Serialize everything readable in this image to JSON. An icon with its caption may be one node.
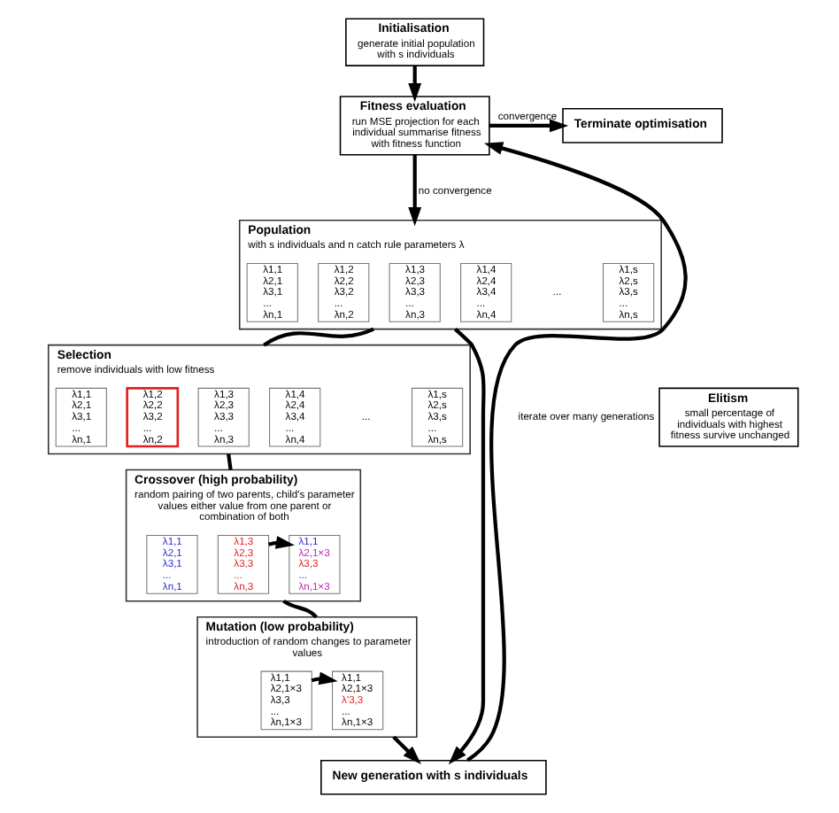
{
  "diagram": {
    "nodes": [
      {
        "text": [
          "Initialisation",
          "generate initial population with s individuals"
        ]
      },
      {
        "text": [
          "Fitness evaluation",
          "run MSE projection for each individual summarise fitness with fitness function"
        ]
      },
      {
        "text": [
          "Terminate optimisation"
        ]
      },
      {
        "text": [
          "Population",
          "with s individuals and n catch rule parameters λ"
        ]
      },
      {
        "text": [
          "λ1,1",
          "λ2,1",
          "λ3,1",
          "...",
          "λn,1"
        ],
        "in": 3
      },
      {
        "text": [
          "λ1,2",
          "λ2,2",
          "λ3,2",
          "...",
          "λn,2"
        ],
        "in": 3
      },
      {
        "text": [
          "λ1,3",
          "λ2,3",
          "λ3,3",
          "...",
          "λn,3"
        ],
        "in": 3
      },
      {
        "text": [
          "λ1,4",
          "λ2,4",
          "λ3,4",
          "...",
          "λn,4"
        ],
        "in": 3
      },
      {
        "text": [
          "λ1,s",
          "λ2,s",
          "λ3,s",
          "...",
          "λn,s"
        ],
        "in": 3
      },
      {
        "text": [
          "Selection",
          "remove individuals with low fitness"
        ]
      },
      {
        "text": [
          "λ1,1",
          "λ2,1",
          "λ3,1",
          "...",
          "λn,1"
        ],
        "in": 9
      },
      {
        "text": [
          "λ1,2",
          "λ2,2",
          "λ3,2",
          "...",
          "λn,2"
        ],
        "in": 9
      },
      {
        "text": [
          "λ1,3",
          "λ2,3",
          "λ3,3",
          "...",
          "λn,3"
        ],
        "in": 9
      },
      {
        "text": [
          "λ1,4",
          "λ2,4",
          "λ3,4",
          "...",
          "λn,4"
        ],
        "in": 9
      },
      {
        "text": [
          "λ1,s",
          "λ2,s",
          "λ3,s",
          "...",
          "λn,s"
        ],
        "in": 9
      },
      {
        "text": [
          "Crossover (high probability)",
          "random pairing of two parents, child's parameter values either value from one parent or combination of both"
        ]
      },
      {
        "text": [
          "λ1,1",
          "λ2,1",
          "λ3,1",
          "...",
          "λn,1"
        ],
        "in": 15
      },
      {
        "text": [
          "λ1,3",
          "λ2,3",
          "λ3,3",
          "...",
          "λn,3"
        ],
        "in": 15
      },
      {
        "text": [
          "λ1,1",
          "λ2,1×3",
          "λ3,3",
          "...",
          "λn,1×3"
        ],
        "in": 15
      },
      {
        "text": [
          "Mutation (low probability)",
          "introduction of random changes to parameter values"
        ]
      },
      {
        "text": [
          "λ1,1",
          "λ2,1×3",
          "λ3,3",
          "...",
          "λn,1×3"
        ],
        "in": 19
      },
      {
        "text": [
          "λ1,1",
          "λ2,1×3",
          "λ'3,3",
          "...",
          "λn,1×3"
        ],
        "in": 19
      },
      {
        "text": [
          "Elitism",
          "small percentage of individuals with highest fitness survive unchanged"
        ]
      },
      {
        "text": [
          "New generation with s individuals"
        ]
      }
    ],
    "edges": [
      {
        "from": 0,
        "to": 1,
        "arrow": "to"
      },
      {
        "from": 1,
        "to": 2,
        "arrow": "to",
        "label": "convergence"
      },
      {
        "from": 1,
        "to": 3,
        "arrow": "to",
        "label": "no convergence"
      },
      {
        "from": 3,
        "to": 9,
        "arrow": "none"
      },
      {
        "from": 9,
        "to": 15,
        "arrow": "none"
      },
      {
        "from": 15,
        "to": 19,
        "arrow": "none"
      },
      {
        "from": 17,
        "to": 18,
        "arrow": "to"
      },
      {
        "from": 20,
        "to": 21,
        "arrow": "to"
      },
      {
        "from": 19,
        "to": 23,
        "arrow": "to"
      },
      {
        "from": 3,
        "to": 23,
        "arrow": "to"
      },
      {
        "from": 23,
        "to": 1,
        "arrow": "to",
        "label": "iterate over many generations"
      }
    ],
    "labels": [
      "...",
      "..."
    ]
  }
}
